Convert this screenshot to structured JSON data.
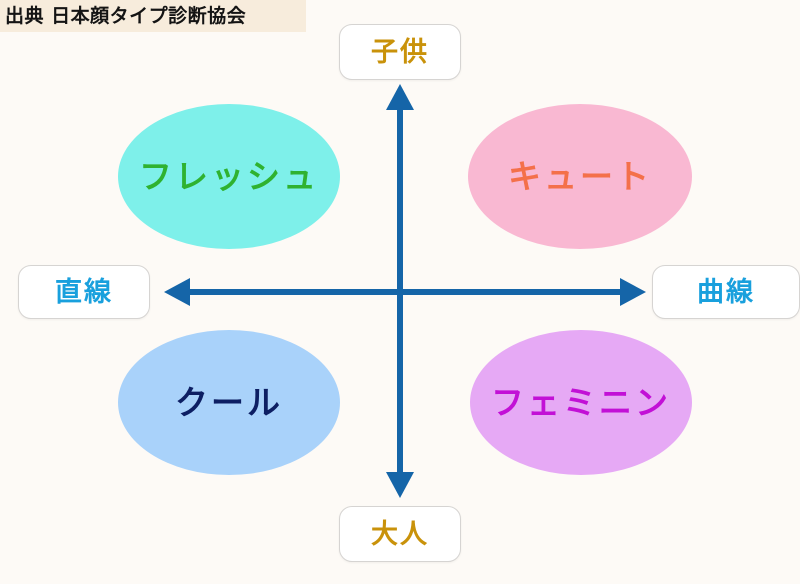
{
  "credit": {
    "text": "出典 日本顔タイプ診断協会",
    "band_color": "#f7ecdc"
  },
  "axes": {
    "color": "#1565a8",
    "vertical": {
      "top_label": "子供",
      "bottom_label": "大人",
      "label_color": "#c9920a"
    },
    "horizontal": {
      "left_label": "直線",
      "right_label": "曲線",
      "label_color": "#19a0dd"
    }
  },
  "quadrants": [
    {
      "id": "fresh",
      "label": "フレッシュ",
      "fill": "#7ef0ea",
      "text_color": "#2fb230",
      "position": "top-left"
    },
    {
      "id": "cute",
      "label": "キュート",
      "fill": "#f9b8d2",
      "text_color": "#f4704a",
      "position": "top-right"
    },
    {
      "id": "cool",
      "label": "クール",
      "fill": "#a9d2fa",
      "text_color": "#0d1f63",
      "position": "bottom-left"
    },
    {
      "id": "feminine",
      "label": "フェミニン",
      "fill": "#e6a9f5",
      "text_color": "#c210d6",
      "position": "bottom-right"
    }
  ],
  "canvas": {
    "background": "#fdfaf6"
  }
}
